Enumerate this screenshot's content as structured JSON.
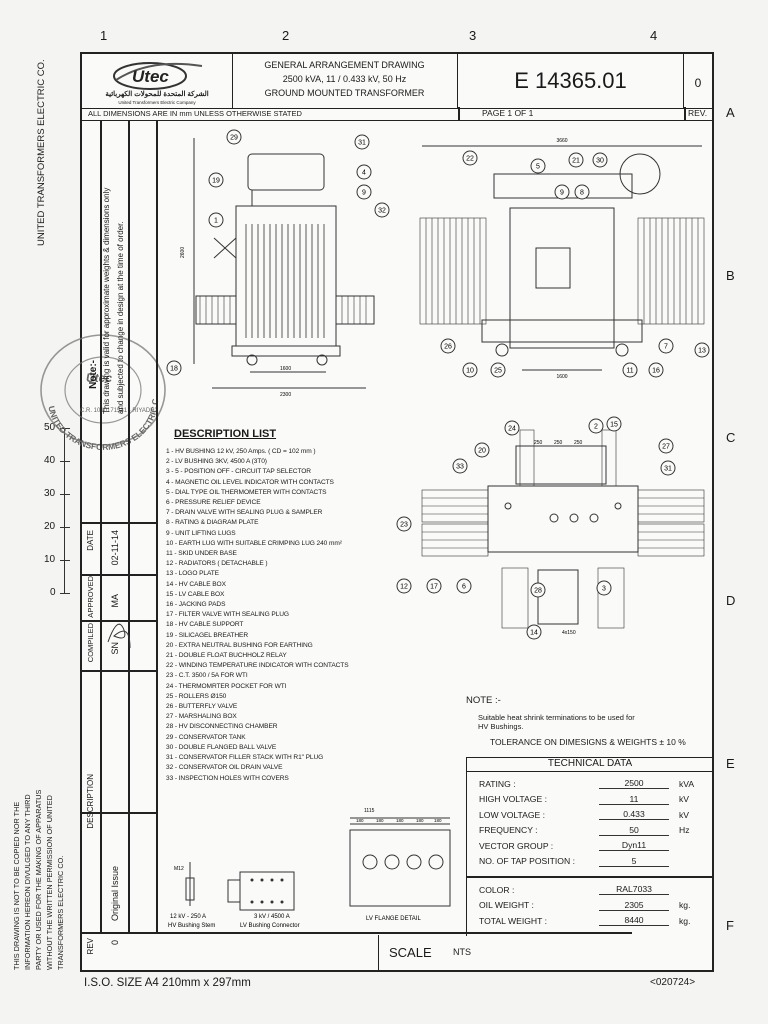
{
  "grid": {
    "columns": [
      "1",
      "2",
      "3",
      "4"
    ],
    "rows": [
      "A",
      "B",
      "C",
      "D",
      "E",
      "F"
    ]
  },
  "title_block": {
    "logo_text": "Utec",
    "company_arabic": "الشركة المتحدة للمحولات الكهربائية",
    "company_small": "United Transformers Electric Company",
    "title_lines": [
      "GENERAL ARRANGEMENT DRAWING",
      "2500 kVA, 11 / 0.433 kV, 50 Hz",
      "GROUND MOUNTED TRANSFORMER"
    ],
    "drawing_number": "E 14365.01",
    "rev_value": "0",
    "dimension_note": "ALL DIMENSIONS ARE IN mm UNLESS OTHERWISE STATED",
    "page": "PAGE 1 OF 1",
    "rev_label": "REV."
  },
  "left_margin": {
    "company": "UNITED TRANSFORMERS ELECTRIC CO.",
    "note": "Note:-",
    "note_line1": "This drawing is valid for approximate weights & dimensions only",
    "note_line2": "and subjected to change in design at the time of order.",
    "ruler": [
      "50",
      "40",
      "30",
      "20",
      "10",
      "0"
    ],
    "copyright": [
      "THIS DRAWING IS NOT TO BE COPIED NOR THE",
      "INFORMATION HEREON DIVULGED TO ANY THIRD",
      "PARTY OR USED FOR THE MAKING OF APPARATUS",
      "WITHOUT THE WRITTEN PERMISSION OF UNITED",
      "TRANSFORMERS ELECTRIC CO."
    ],
    "stamp_text": "UNITED TRANSFORMERS ELECTRIC CO.",
    "stamp_cr": "C.R. 1010171531 - RIYADH"
  },
  "revision_table": {
    "date_label": "DATE",
    "date_value": "02-11-14",
    "approved_label": "APPROVED",
    "approved_value": "MA",
    "compiled_label": "COMPILED",
    "compiled_value": "SN",
    "description_label": "DESCRIPTION",
    "description_value": "Original Issue",
    "rev_label": "REV",
    "rev_value": "0"
  },
  "description_list": {
    "title": "DESCRIPTION LIST",
    "items": [
      "1  -  HV BUSHING 12 kV, 250 Amps. ( CD = 102 mm )",
      "2  -  LV BUSHING 3KV, 4500 A (3T0)",
      "3  -  5 - POSITION OFF - CIRCUIT TAP SELECTOR",
      "4  -  MAGNETIC OIL LEVEL INDICATOR WITH CONTACTS",
      "5  -  DIAL TYPE OIL THERMOMETER WITH CONTACTS",
      "6  -  PRESSURE RELIEF DEVICE",
      "7  -  DRAIN VALVE WITH SEALING PLUG & SAMPLER",
      "8  -  RATING & DIAGRAM PLATE",
      "9  -  UNIT LIFTING LUGS",
      "10 -  EARTH LUG WITH SUITABLE CRIMPING LUG 240 mm²",
      "11 -  SKID UNDER BASE",
      "12 -  RADIATORS ( DETACHABLE )",
      "13 -  LOGO PLATE",
      "14 -  HV CABLE BOX",
      "15 -  LV CABLE BOX",
      "16 -  JACKING PADS",
      "17 -  FILTER VALVE WITH SEALING PLUG",
      "18 -  HV CABLE SUPPORT",
      "19 -  SILICAGEL BREATHER",
      "20 -  EXTRA NEUTRAL BUSHING FOR EARTHING",
      "21 -  DOUBLE FLOAT BUCHHOLZ RELAY",
      "22 -  WINDING TEMPERATURE INDICATOR WITH CONTACTS",
      "23 -  C.T. 3500 / 5A FOR WTI",
      "24 -  THERMOMRTER POCKET FOR WTI",
      "25 -  ROLLERS  Ø150",
      "26 -  BUTTERFLY VALVE",
      "27 -  MARSHALING BOX",
      "28 -  HV DISCONNECTING CHAMBER",
      "29 -  CONSERVATOR TANK",
      "30 -  DOUBLE FLANGED BALL VALVE",
      "31 -  CONSERVATOR FILLER STACK WITH R1\" PLUG",
      "32 -  CONSERVATOR OIL DRAIN VALVE",
      "33 -  INSPECTION HOLES WITH COVERS"
    ]
  },
  "notes": {
    "title": "NOTE :-",
    "text_line1": "Suitable heat shrink terminations to be used for",
    "text_line2": "HV Bushings.",
    "tolerance": "TOLERANCE ON DIMESIGNS & WEIGHTS ± 10 %"
  },
  "technical_data": {
    "title": "TECHNICAL DATA",
    "rows": [
      {
        "label": "RATING :",
        "value": "2500",
        "unit": "kVA"
      },
      {
        "label": "HIGH VOLTAGE :",
        "value": "11",
        "unit": "kV"
      },
      {
        "label": "LOW VOLTAGE :",
        "value": "0.433",
        "unit": "kV"
      },
      {
        "label": "FREQUENCY :",
        "value": "50",
        "unit": "Hz"
      },
      {
        "label": "VECTOR GROUP :",
        "value": "Dyn11",
        "unit": ""
      },
      {
        "label": "NO. OF TAP POSITION :",
        "value": "5",
        "unit": ""
      }
    ],
    "rows2": [
      {
        "label": "COLOR :",
        "value": "RAL7033",
        "unit": ""
      },
      {
        "label": "OIL WEIGHT :",
        "value": "2305",
        "unit": "kg."
      },
      {
        "label": "TOTAL WEIGHT :",
        "value": "8440",
        "unit": "kg."
      }
    ]
  },
  "scale": {
    "label": "SCALE",
    "value": "NTS"
  },
  "footer": {
    "iso": "I.S.O. SIZE A4 210mm x 297mm",
    "code": "<020724>"
  },
  "details": {
    "hv_stem_caption": "HV Bushing Stem",
    "hv_stem_rating": "12 kV - 250 A",
    "hv_stem_thread": "M12",
    "lv_conn_caption": "LV Bushing Connector",
    "lv_conn_rating": "3 kV / 4500 A",
    "lv_flange_caption": "LV FLANGE DETAIL",
    "lv_flange_width": "1115",
    "lv_flange_pitches": [
      "180",
      "180",
      "180",
      "180",
      "180"
    ]
  },
  "views": {
    "side_width": "2300",
    "side_inner": "1600",
    "side_height": "2600",
    "front_width": "3660",
    "front_inner": "1600",
    "plan_spacing": [
      "250",
      "250",
      "250"
    ],
    "plan_label": "4x150"
  },
  "balloons": {
    "side": [
      "29",
      "31",
      "4",
      "19",
      "9",
      "32",
      "1",
      "18"
    ],
    "front": [
      "22",
      "5",
      "21",
      "30",
      "9",
      "8",
      "26",
      "7",
      "13",
      "10",
      "25",
      "11",
      "16"
    ],
    "plan": [
      "24",
      "2",
      "15",
      "20",
      "27",
      "33",
      "31",
      "23",
      "12",
      "17",
      "6",
      "28",
      "3",
      "14"
    ]
  }
}
